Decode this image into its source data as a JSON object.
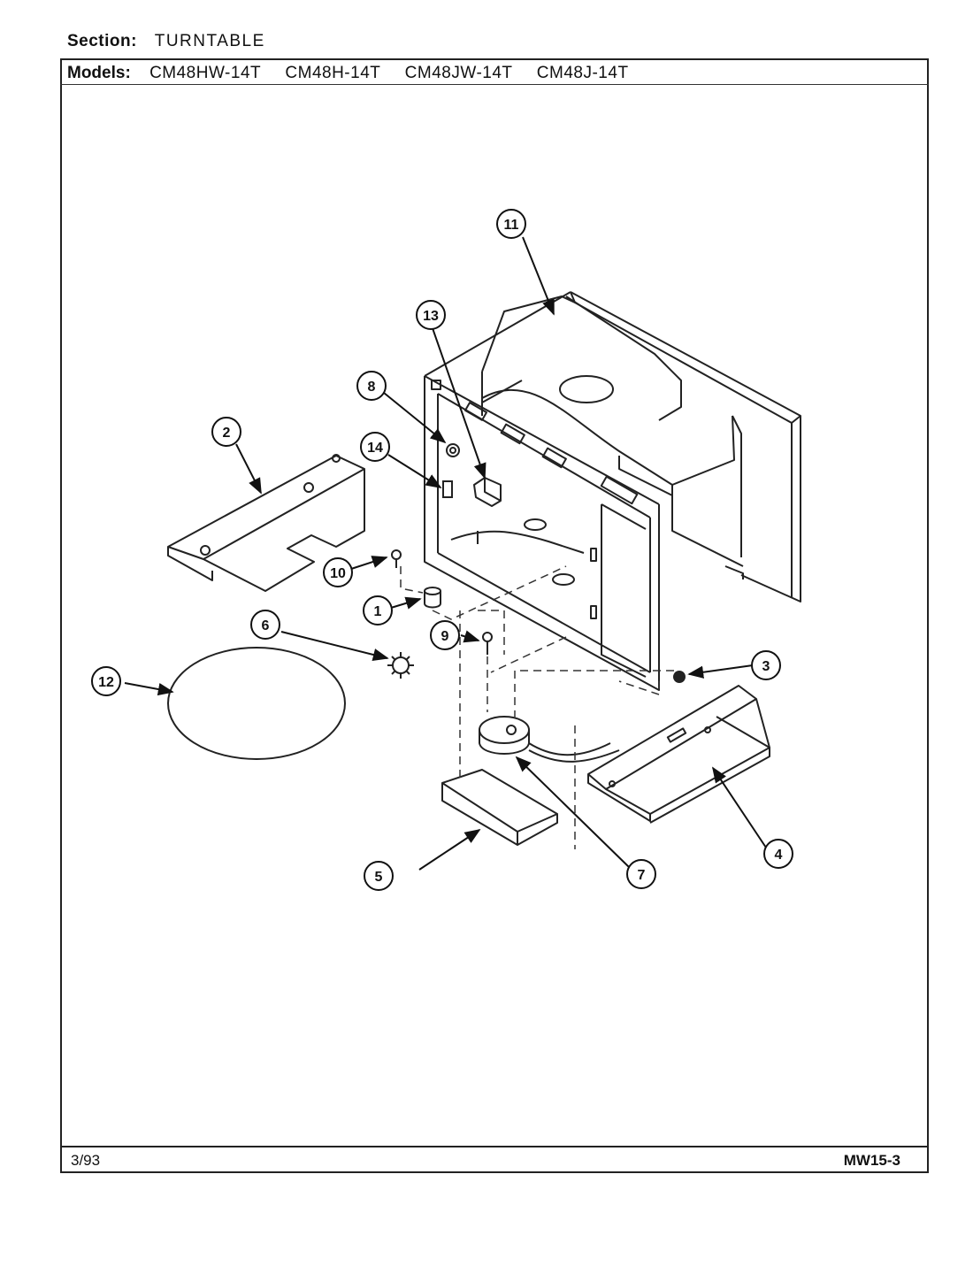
{
  "header": {
    "section_label": "Section:",
    "section_value": "TURNTABLE",
    "models_label": "Models:",
    "models": [
      "CM48HW-14T",
      "CM48H-14T",
      "CM48JW-14T",
      "CM48J-14T"
    ]
  },
  "footer": {
    "date": "3/93",
    "code": "MW15-3"
  },
  "callouts": [
    "1",
    "2",
    "3",
    "4",
    "5",
    "6",
    "7",
    "8",
    "9",
    "10",
    "11",
    "12",
    "13",
    "14"
  ]
}
